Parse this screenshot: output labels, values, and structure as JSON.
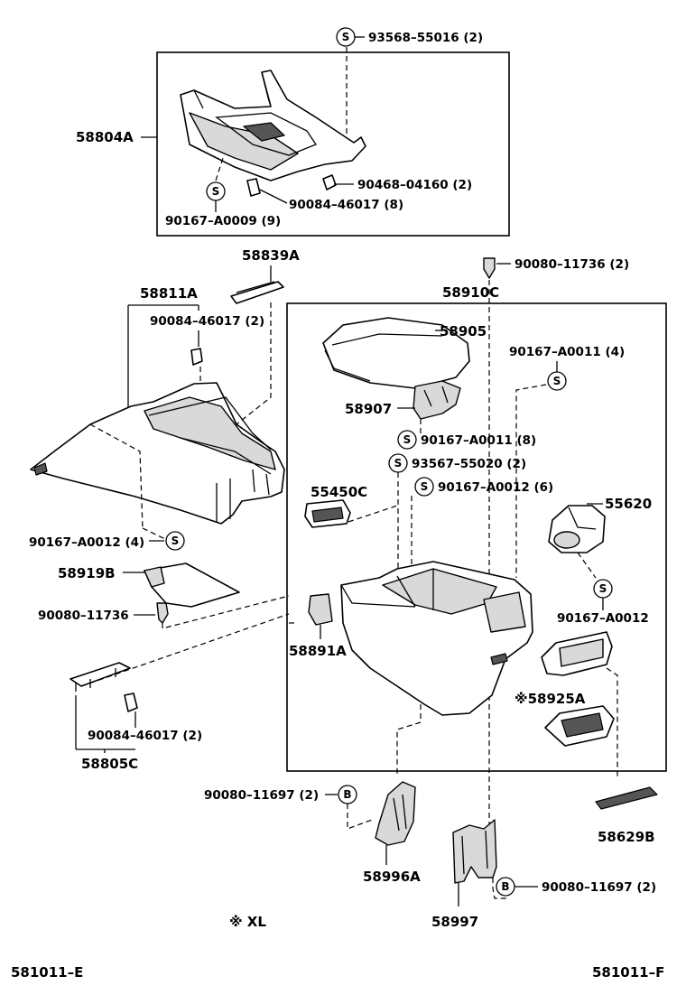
{
  "labels": {
    "l_9356855016": "93568–55016 (2)",
    "l_58804A": "58804A",
    "l_9046804160": "90468–04160 (2)",
    "l_9008446017_8": "90084–46017 (8)",
    "l_90167A0009": "90167–A0009 (9)",
    "l_58839A": "58839A",
    "l_58811A": "58811A",
    "l_9008446017_2a": "90084–46017 (2)",
    "l_9008011736_2": "90080–11736 (2)",
    "l_58910C": "58910C",
    "l_58905": "58905",
    "l_90167A0011_4": "90167–A0011 (4)",
    "l_58907": "58907",
    "l_90167A0011_8": "90167–A0011 (8)",
    "l_9356755020": "93567–55020 (2)",
    "l_90167A0012_6": "90167–A0012 (6)",
    "l_55450C": "55450C",
    "l_55620": "55620",
    "l_90167A0012_4": "90167–A0012 (4)",
    "l_58919B": "58919B",
    "l_9008011736": "90080–11736",
    "l_90167A0012": "90167–A0012",
    "l_58891A": "58891A",
    "l_58925A": "※58925A",
    "l_9008446017_2b": "90084–46017 (2)",
    "l_58805C": "58805C",
    "l_9008011697_2a": "90080–11697 (2)",
    "l_58629B": "58629B",
    "l_58996A": "58996A",
    "l_9008011697_2b": "90080–11697 (2)",
    "l_58997": "58997",
    "l_xl": "※ XL",
    "l_ref_left": "581011–E",
    "l_ref_right": "581011–F"
  },
  "symbols": {
    "screw": "S",
    "bolt": "B"
  }
}
